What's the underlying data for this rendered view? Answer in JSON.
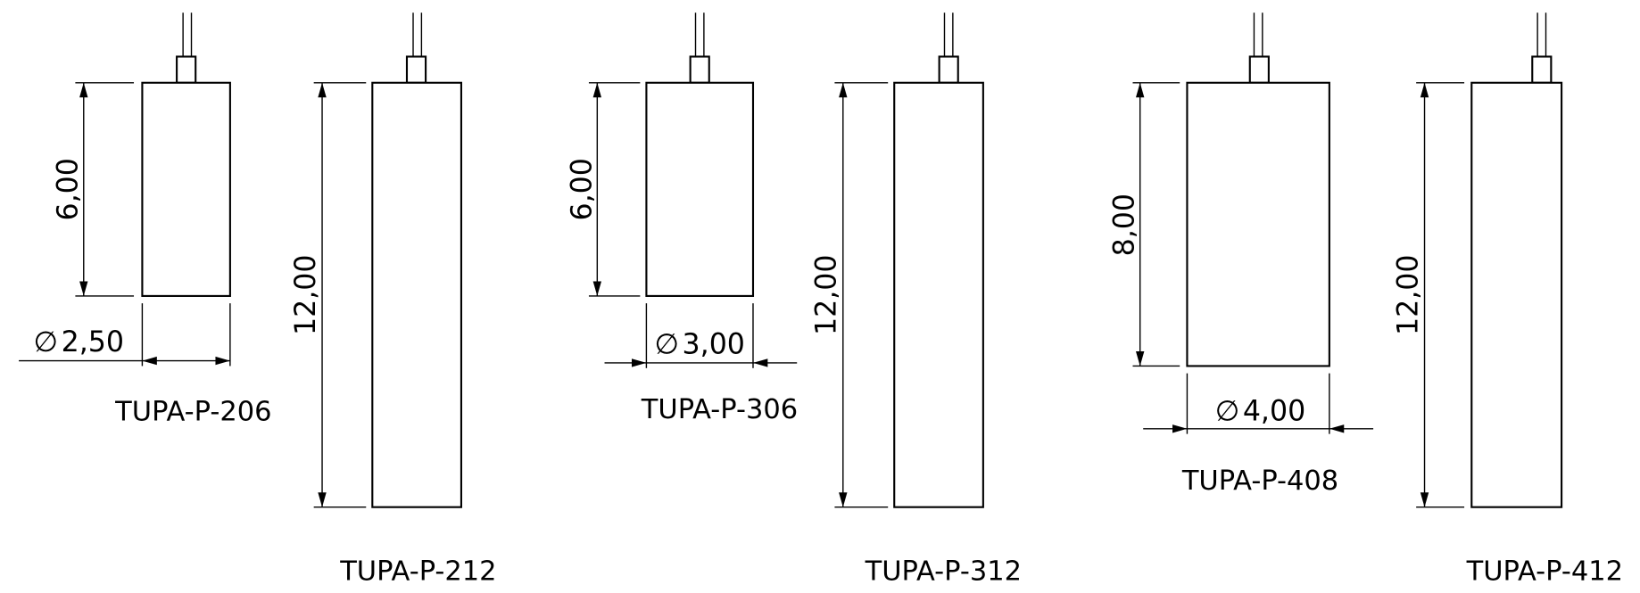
{
  "drawing": {
    "parts": [
      {
        "label": "TUPA-P-206",
        "height": "6,00",
        "diameter": "2,50"
      },
      {
        "label": "TUPA-P-212",
        "height": "12,00"
      },
      {
        "label": "TUPA-P-306",
        "height": "6,00",
        "diameter": "3,00"
      },
      {
        "label": "TUPA-P-312",
        "height": "12,00"
      },
      {
        "label": "TUPA-P-408",
        "height": "8,00",
        "diameter": "4,00"
      },
      {
        "label": "TUPA-P-412",
        "height": "12,00"
      }
    ],
    "diameter_symbol": "∅",
    "line_color": "#000000",
    "background": "#ffffff"
  }
}
